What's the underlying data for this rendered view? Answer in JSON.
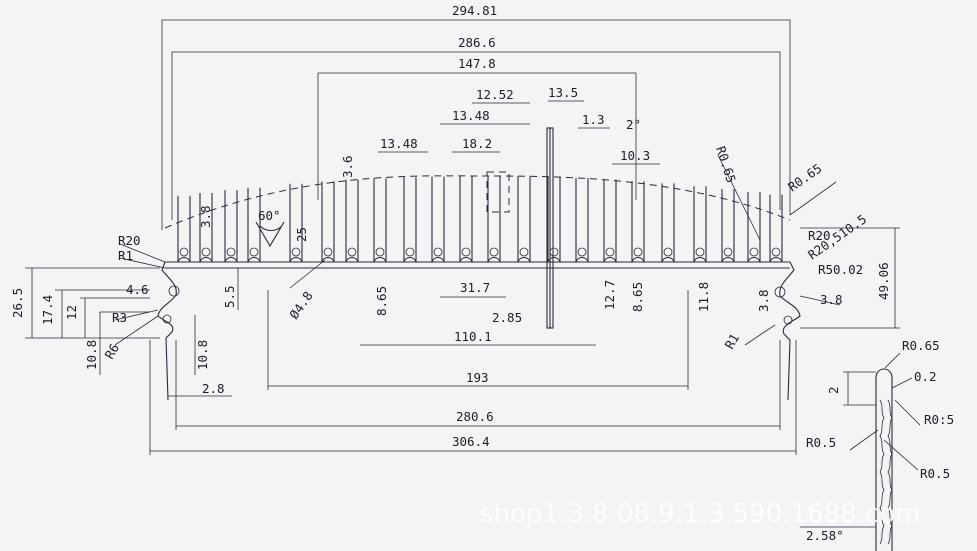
{
  "dimensions": {
    "overall_top": "294.81",
    "inner_top": "286.6",
    "center_block": "147.8",
    "slot_a": "12.52",
    "slot_b": "13.5",
    "slot_c": "13.48",
    "slot_d": "1.3",
    "angle_top": "2°",
    "fin_gap_left": "13.48",
    "fin_gap_mid": "18.2",
    "fin_gap_right": "10.3",
    "notch": "3.6",
    "height_left": "3.8",
    "v_angle": "60°",
    "fin_h": "25",
    "radius_tr": "R0.65",
    "radius_tr2": "R0.65",
    "arc_r": "R20,510.5",
    "radius_r20_left": "R20",
    "radius_r1_left": "R1",
    "radius_r20_right": "R20",
    "arc_r50": "R50.02",
    "dim_38_right": "3.8",
    "height_total": "49.06",
    "r1_right": "R1",
    "left_265": "26.5",
    "left_174": "17.4",
    "left_12": "12",
    "left_46": "4.6",
    "left_r3": "R3",
    "left_r6": "R6",
    "left_108a": "10.8",
    "left_108b": "10.8",
    "left_55": "5.5",
    "left_28": "2.8",
    "dia_48": "Ø4.8",
    "d_865a": "8.65",
    "d_317": "31.7",
    "d_285": "2.85",
    "d_127": "12.7",
    "d_865b": "8.65",
    "d_118": "11.8",
    "d_38b": "3.8",
    "d_1101": "110.1",
    "d_193": "193",
    "d_2806": "280.6",
    "d_3064": "306.4"
  },
  "detail": {
    "r065": "R0.65",
    "t02": "0.2",
    "r05a": "R0:5",
    "r05b": "R0.5",
    "r05c": "R0.5",
    "h2": "2",
    "angle": "2.58°"
  },
  "watermark": "shop1.3.8 08.9.1.3.590.1688.com"
}
